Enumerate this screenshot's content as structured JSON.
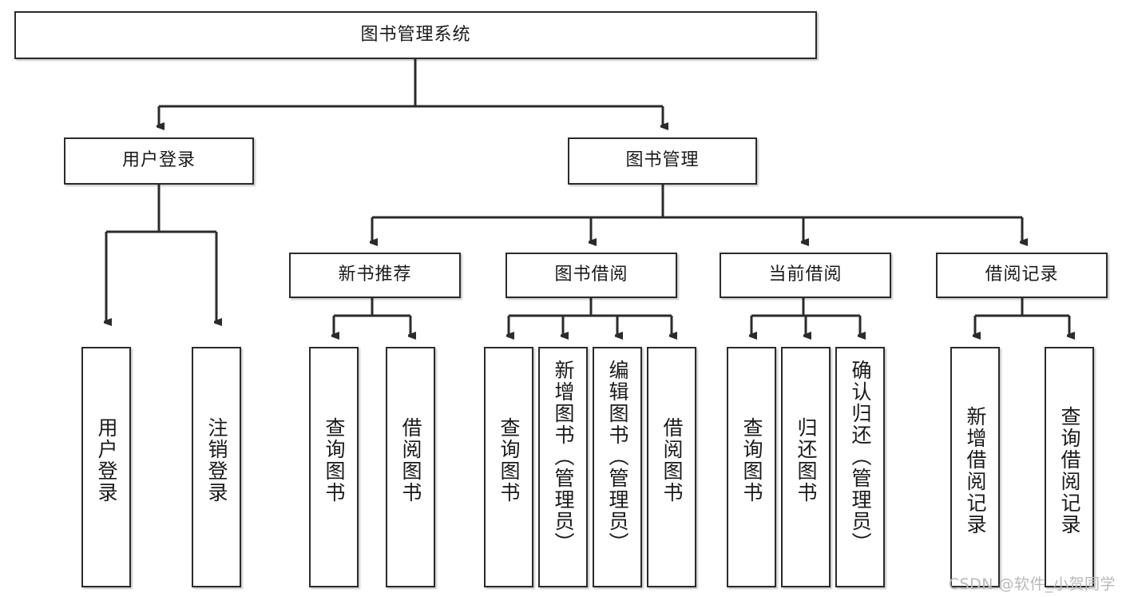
{
  "diagram": {
    "type": "tree-hierarchy-chart",
    "title_text": "图书管理系统",
    "background_color": "#ffffff",
    "line_color": "#2b2b2b",
    "box_border_color": "#2b2b2b",
    "text_color": "#1a1a1a"
  },
  "root": {
    "label": "图书管理系统"
  },
  "level2": [
    {
      "label": "用户登录"
    },
    {
      "label": "图书管理"
    }
  ],
  "level3": [
    {
      "label": "新书推荐"
    },
    {
      "label": "图书借阅"
    },
    {
      "label": "当前借阅"
    },
    {
      "label": "借阅记录"
    }
  ],
  "leaves": {
    "user_login": [
      {
        "label": "用户登录"
      },
      {
        "label": "注销登录"
      }
    ],
    "new_book_recommend": [
      {
        "label": "查询图书"
      },
      {
        "label": "借阅图书"
      }
    ],
    "book_borrow": [
      {
        "label": "查询图书"
      },
      {
        "label": "新增图书（管理员）"
      },
      {
        "label": "编辑图书（管理员）"
      },
      {
        "label": "借阅图书"
      }
    ],
    "current_borrow": [
      {
        "label": "查询图书"
      },
      {
        "label": "归还图书"
      },
      {
        "label": "确认归还（管理员）"
      }
    ],
    "borrow_record": [
      {
        "label": "新增借阅记录"
      },
      {
        "label": "查询借阅记录"
      }
    ]
  },
  "watermark": {
    "text": "CSDN @软件_小贺同学"
  }
}
